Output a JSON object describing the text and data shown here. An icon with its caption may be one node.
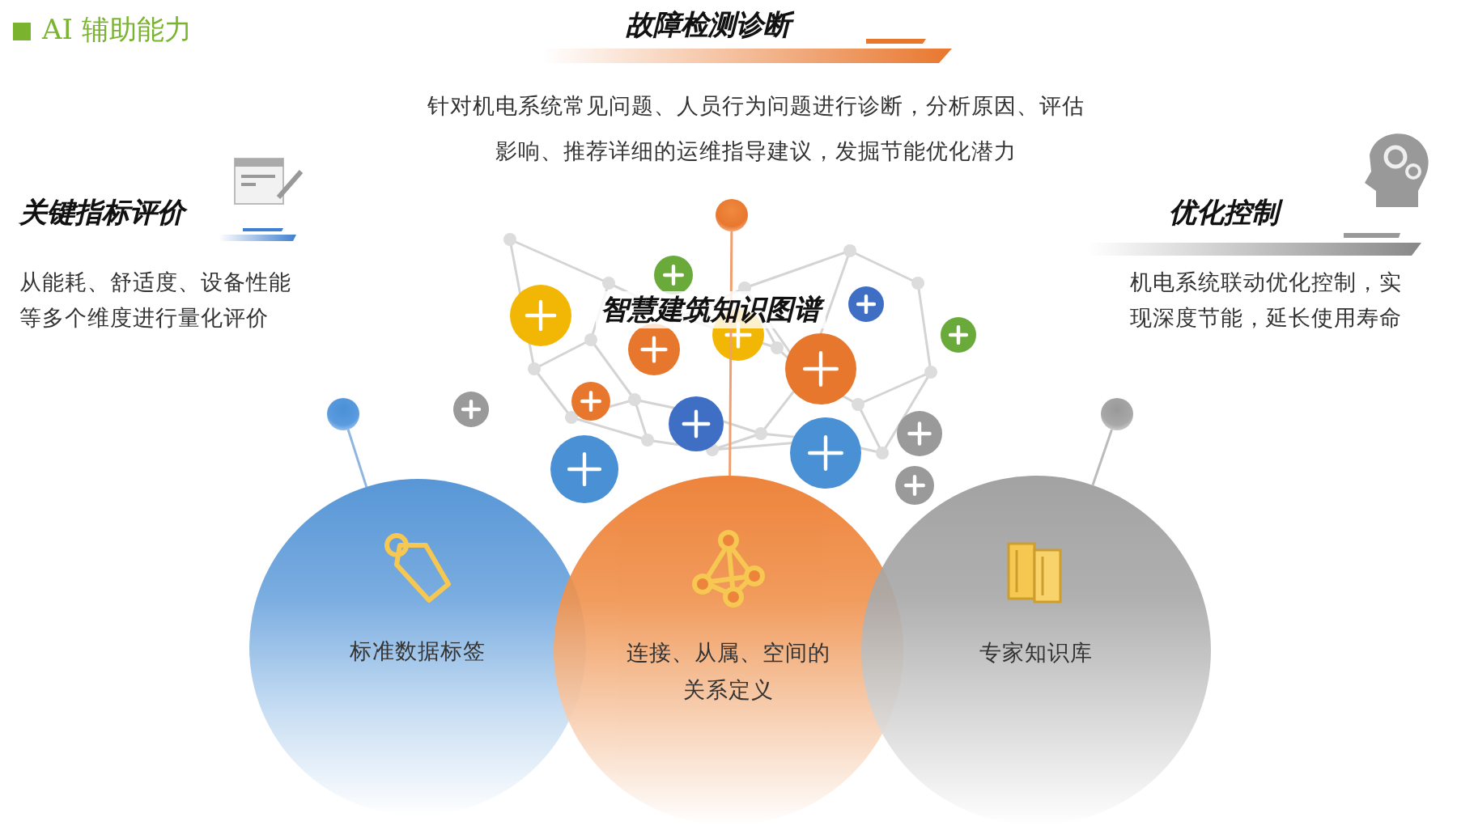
{
  "diagram": {
    "title": "AI 辅助能力",
    "nodes": [
      {
        "text": [],
        "shape": "circle"
      },
      {
        "text": [],
        "shape": "circle"
      },
      {
        "text": [],
        "shape": "circle"
      },
      {
        "text": [
          "标准数据标签"
        ]
      },
      {
        "text": [
          "连接、从属、空间的关系定义"
        ]
      },
      {
        "text": [
          "专家知识库"
        ]
      }
    ],
    "edges": [
      {
        "from": 0,
        "to": 4,
        "arrow": "none",
        "color": "#f0a070"
      },
      {
        "from": 1,
        "to": 3,
        "arrow": "none",
        "color": "#8fb6e0"
      },
      {
        "from": 2,
        "to": 5,
        "arrow": "none",
        "color": "#bbbbbb"
      }
    ],
    "labels": [
      "故障检测诊断",
      "针对机电系统常见问题、人员行为问题进行诊断，分析原因、评估影响、推荐详细的运维指导建议，发掘节能优化潜力",
      "关键指标评价",
      "从能耗、舒适度、设备性能等多个维度进行量化评价",
      "优化控制",
      "机电系统联动优化控制，实现深度节能，延长使用寿命",
      "智慧建筑知识图谱"
    ]
  }
}
